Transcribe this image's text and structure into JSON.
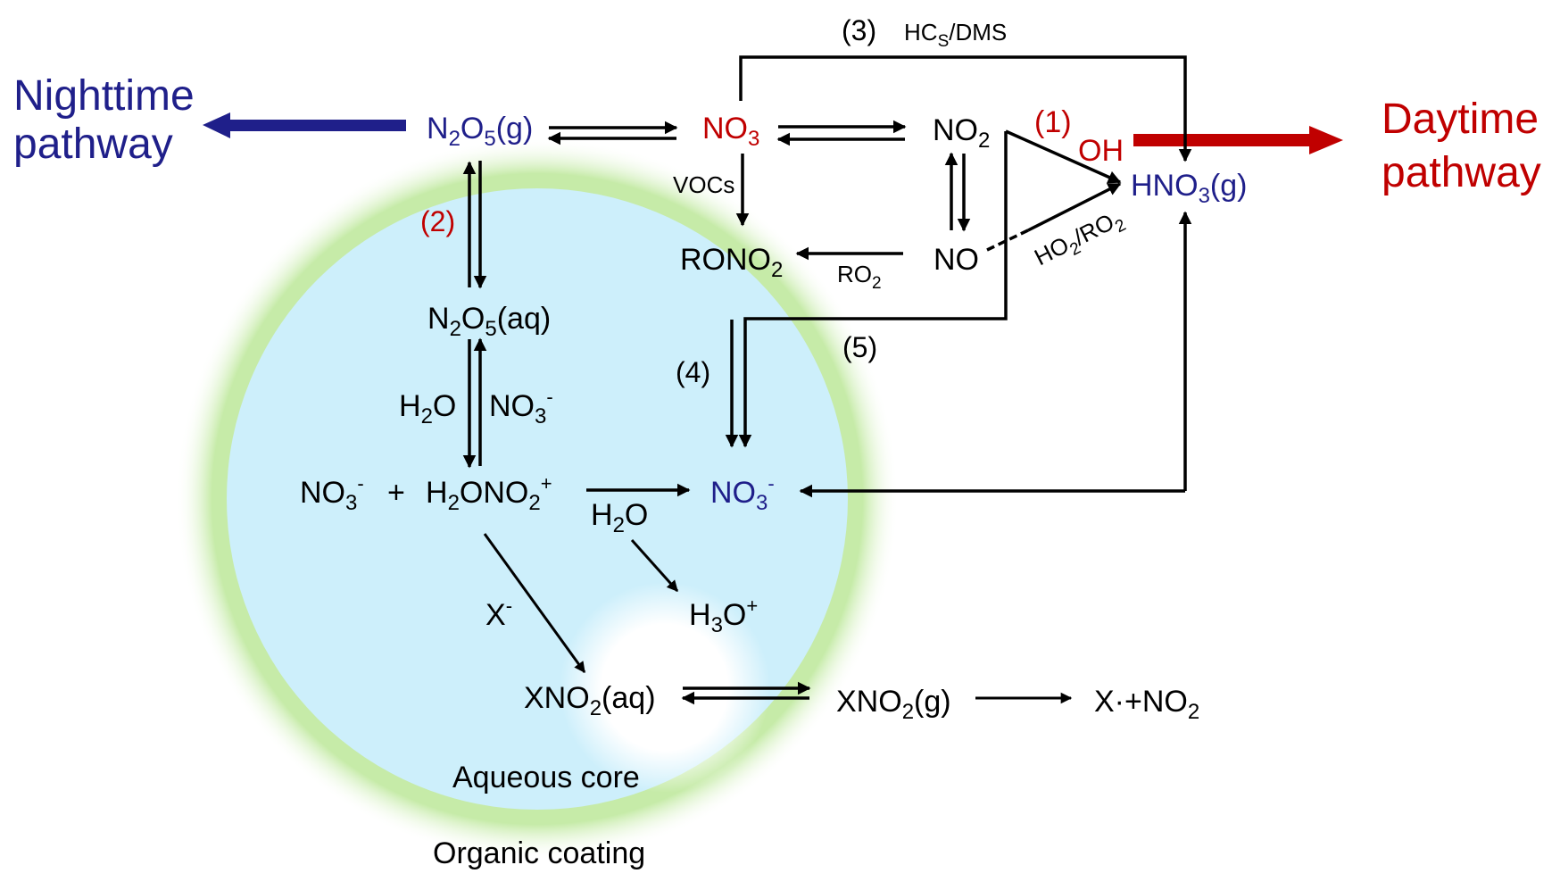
{
  "pathways": {
    "nighttime": {
      "line1": "Nighttime",
      "line2": "pathway",
      "color": "#1f1f8a"
    },
    "daytime": {
      "line1": "Daytime",
      "line2": "pathway",
      "color": "#c00000"
    }
  },
  "species": {
    "n2o5_g": {
      "base": "N",
      "s1": "2",
      "mid": "O",
      "s2": "5",
      "tail": "(g)"
    },
    "no3": {
      "base": "NO",
      "sub": "3"
    },
    "no2": {
      "base": "NO",
      "sub": "2"
    },
    "no": {
      "text": "NO"
    },
    "rono2": {
      "base": "RONO",
      "sub": "2"
    },
    "hno3_g": {
      "base": "HNO",
      "sub": "3",
      "tail": "(g)"
    },
    "n2o5_aq": {
      "base": "N",
      "s1": "2",
      "mid": "O",
      "s2": "5",
      "tail": "(aq)"
    },
    "no3_minus_left": {
      "base": "NO",
      "sub": "3",
      "sup": "-"
    },
    "plus": "+",
    "h2ono2_plus": {
      "a": "H",
      "s1": "2",
      "b": "ONO",
      "s2": "2",
      "sup": "+"
    },
    "no3_minus_product": {
      "base": "NO",
      "sub": "3",
      "sup": "-"
    },
    "h3o_plus": {
      "a": "H",
      "sub": "3",
      "b": "O",
      "sup": "+"
    },
    "xno2_aq": {
      "base": "XNO",
      "sub": "2",
      "tail": "(aq)"
    },
    "xno2_g": {
      "base": "XNO",
      "sub": "2",
      "tail": "(g)"
    },
    "x_no2": {
      "base": "X·+NO",
      "sub": "2"
    }
  },
  "reagents": {
    "vocs": "VOCs",
    "ro2": {
      "base": "RO",
      "sub": "2"
    },
    "oh": "OH",
    "ho2_ro2": {
      "a": "HO",
      "s1": "2",
      "b": "/RO",
      "s2": "2"
    },
    "hcs_dms": {
      "a": "HC",
      "sub": "S",
      "b": "/DMS"
    },
    "h2o_hydrolysis": {
      "a": "H",
      "sub": "2",
      "b": "O"
    },
    "h2o_left": {
      "a": "H",
      "sub": "2",
      "b": "O"
    },
    "no3_minus_reagent": {
      "base": "NO",
      "sub": "3",
      "sup": "-"
    },
    "x_minus": {
      "base": "X",
      "sup": "-"
    }
  },
  "reaction_labels": {
    "r1": "(1)",
    "r2": "(2)",
    "r3": "(3)",
    "r4": "(4)",
    "r5": "(5)"
  },
  "regions": {
    "aqueous_core": "Aqueous core",
    "organic_coating": "Organic coating"
  },
  "colors": {
    "navy": "#1f1f8a",
    "red": "#c00000",
    "aqueous": "#cdeffb",
    "coating": "#c6eba8"
  }
}
